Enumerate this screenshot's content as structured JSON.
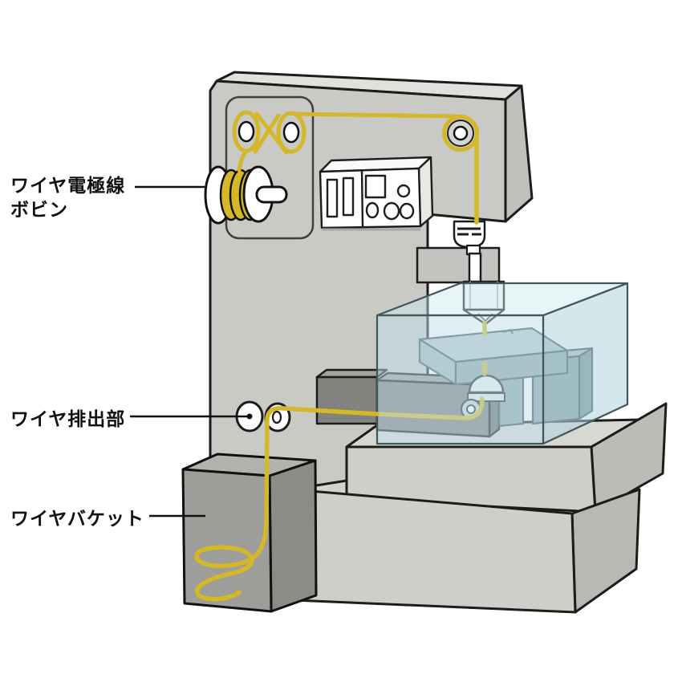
{
  "diagram": {
    "labels": {
      "bobbin": {
        "line1": "ワイヤ電極線",
        "line2": "ボビン"
      },
      "outlet": {
        "text": "ワイヤ排出部"
      },
      "bucket": {
        "text": "ワイヤバケット"
      }
    },
    "colors": {
      "wire_yellow": "#d4b829",
      "machine_gray": "#c9c9c5",
      "machine_top": "#e0e0dc",
      "machine_side": "#c0c0bc",
      "base_gray": "#cfcfca",
      "dark_arm_gray": "#82827f",
      "bucket_gray": "#9d9d9a",
      "tank_fill": "#cfe6ec",
      "tank_edge": "#42575d",
      "fixture_blue_gray": "#8da3a8",
      "outline": "#1c1c1c",
      "background": "#ffffff"
    }
  }
}
